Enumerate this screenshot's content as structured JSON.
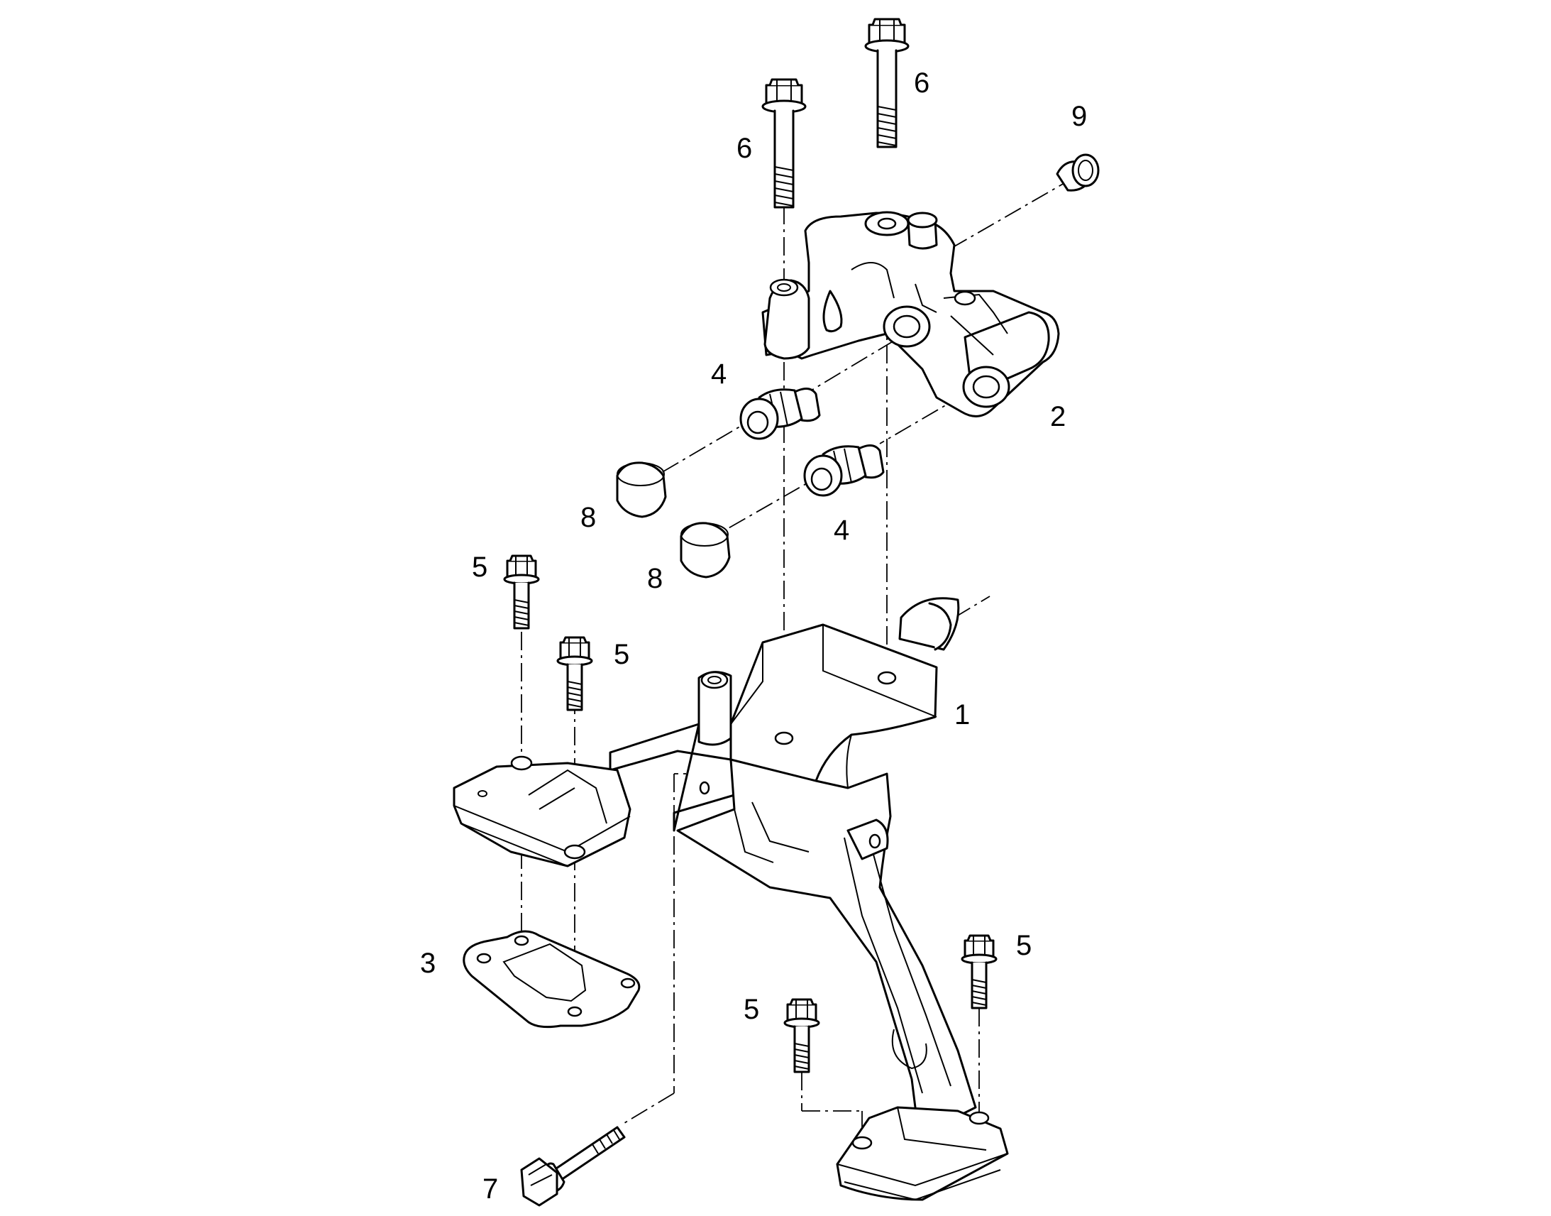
{
  "callouts": {
    "c1": "1",
    "c2": "2",
    "c3": "3",
    "c4a": "4",
    "c4b": "4",
    "c5a": "5",
    "c5b": "5",
    "c5c": "5",
    "c5d": "5",
    "c6a": "6",
    "c6b": "6",
    "c7": "7",
    "c8a": "8",
    "c8b": "8",
    "c9": "9"
  }
}
